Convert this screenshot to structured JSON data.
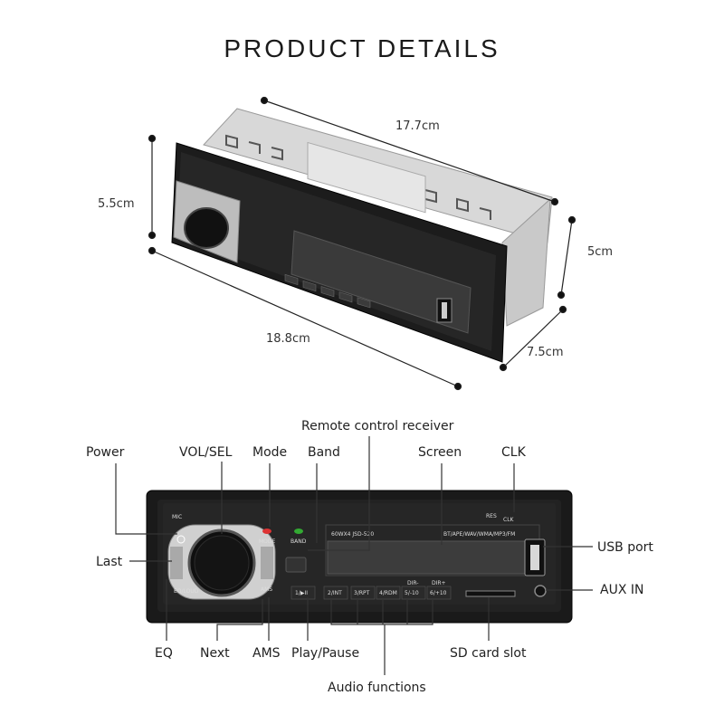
{
  "title": "PRODUCT  DETAILS",
  "dimensions": {
    "top_length": "17.7cm",
    "left_height": "5.5cm",
    "right_height": "5cm",
    "bottom_length": "18.8cm",
    "depth": "7.5cm"
  },
  "labels": {
    "power": "Power",
    "vol_sel": "VOL/SEL",
    "mode": "Mode",
    "band": "Band",
    "remote": "Remote control receiver",
    "screen": "Screen",
    "clk": "CLK",
    "usb": "USB port",
    "aux": "AUX IN",
    "last": "Last",
    "eq": "EQ",
    "next": "Next",
    "ams": "AMS",
    "play_pause": "Play/Pause",
    "sd_card": "SD card slot",
    "audio": "Audio functions"
  },
  "device": {
    "model": "60WX4  JSD-520",
    "formats": "BT/APE/WAV/WMA/MP3/FM",
    "mic": "MIC",
    "mode_btn": "MODE",
    "band_btn": "BAND",
    "res": "RES",
    "clk_btn": "CLK",
    "eq_loud": "EQ/LOUD",
    "ams_btn": "AMS",
    "b1": "1/▶II",
    "b2": "2/INT",
    "b3": "3/RPT",
    "b4": "4/RDM",
    "b5": "5/-10",
    "b6": "6/+10",
    "dir_minus": "DIR-",
    "dir_plus": "DIR+"
  }
}
